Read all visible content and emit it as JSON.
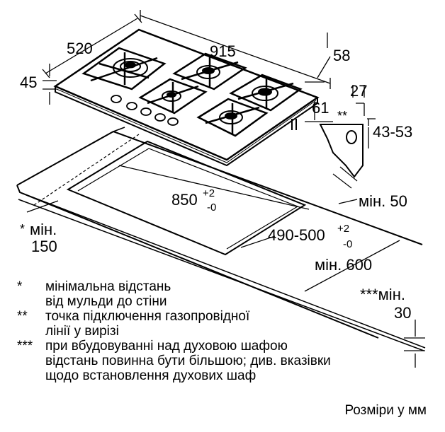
{
  "dimensions": {
    "width_520": "520",
    "length_915": "915",
    "height_45": "45",
    "depth_58": "58",
    "depth_61": "61",
    "offset_27": "27",
    "range_43_53": "43-53",
    "double_star": "**",
    "cutout_850": "850",
    "cutout_850_tol_plus": "+2",
    "cutout_850_tol_minus": "-0",
    "cutout_490_500": "490-500",
    "cutout_490_tol_plus": "+2",
    "cutout_490_tol_minus": "-0",
    "min_50": "мін. 50",
    "min_600": "мін. 600",
    "min_150_label": "мін.",
    "min_150_value": "150",
    "min_150_star": "*",
    "min_30_label": "***мін.",
    "min_30_value": "30"
  },
  "notes": [
    {
      "mark": "*",
      "lines": [
        "мінімальна відстань",
        "від мульди до стіни"
      ]
    },
    {
      "mark": "**",
      "lines": [
        "точка підключення газопровідної",
        "лінії у вирізі"
      ]
    },
    {
      "mark": "***",
      "lines": [
        "при вбудовуванні над духовою шафою",
        "відстань повинна бути більшою; див. вказівки",
        "щодо встановлення духових шаф"
      ]
    }
  ],
  "units_note": "Розміри у мм"
}
